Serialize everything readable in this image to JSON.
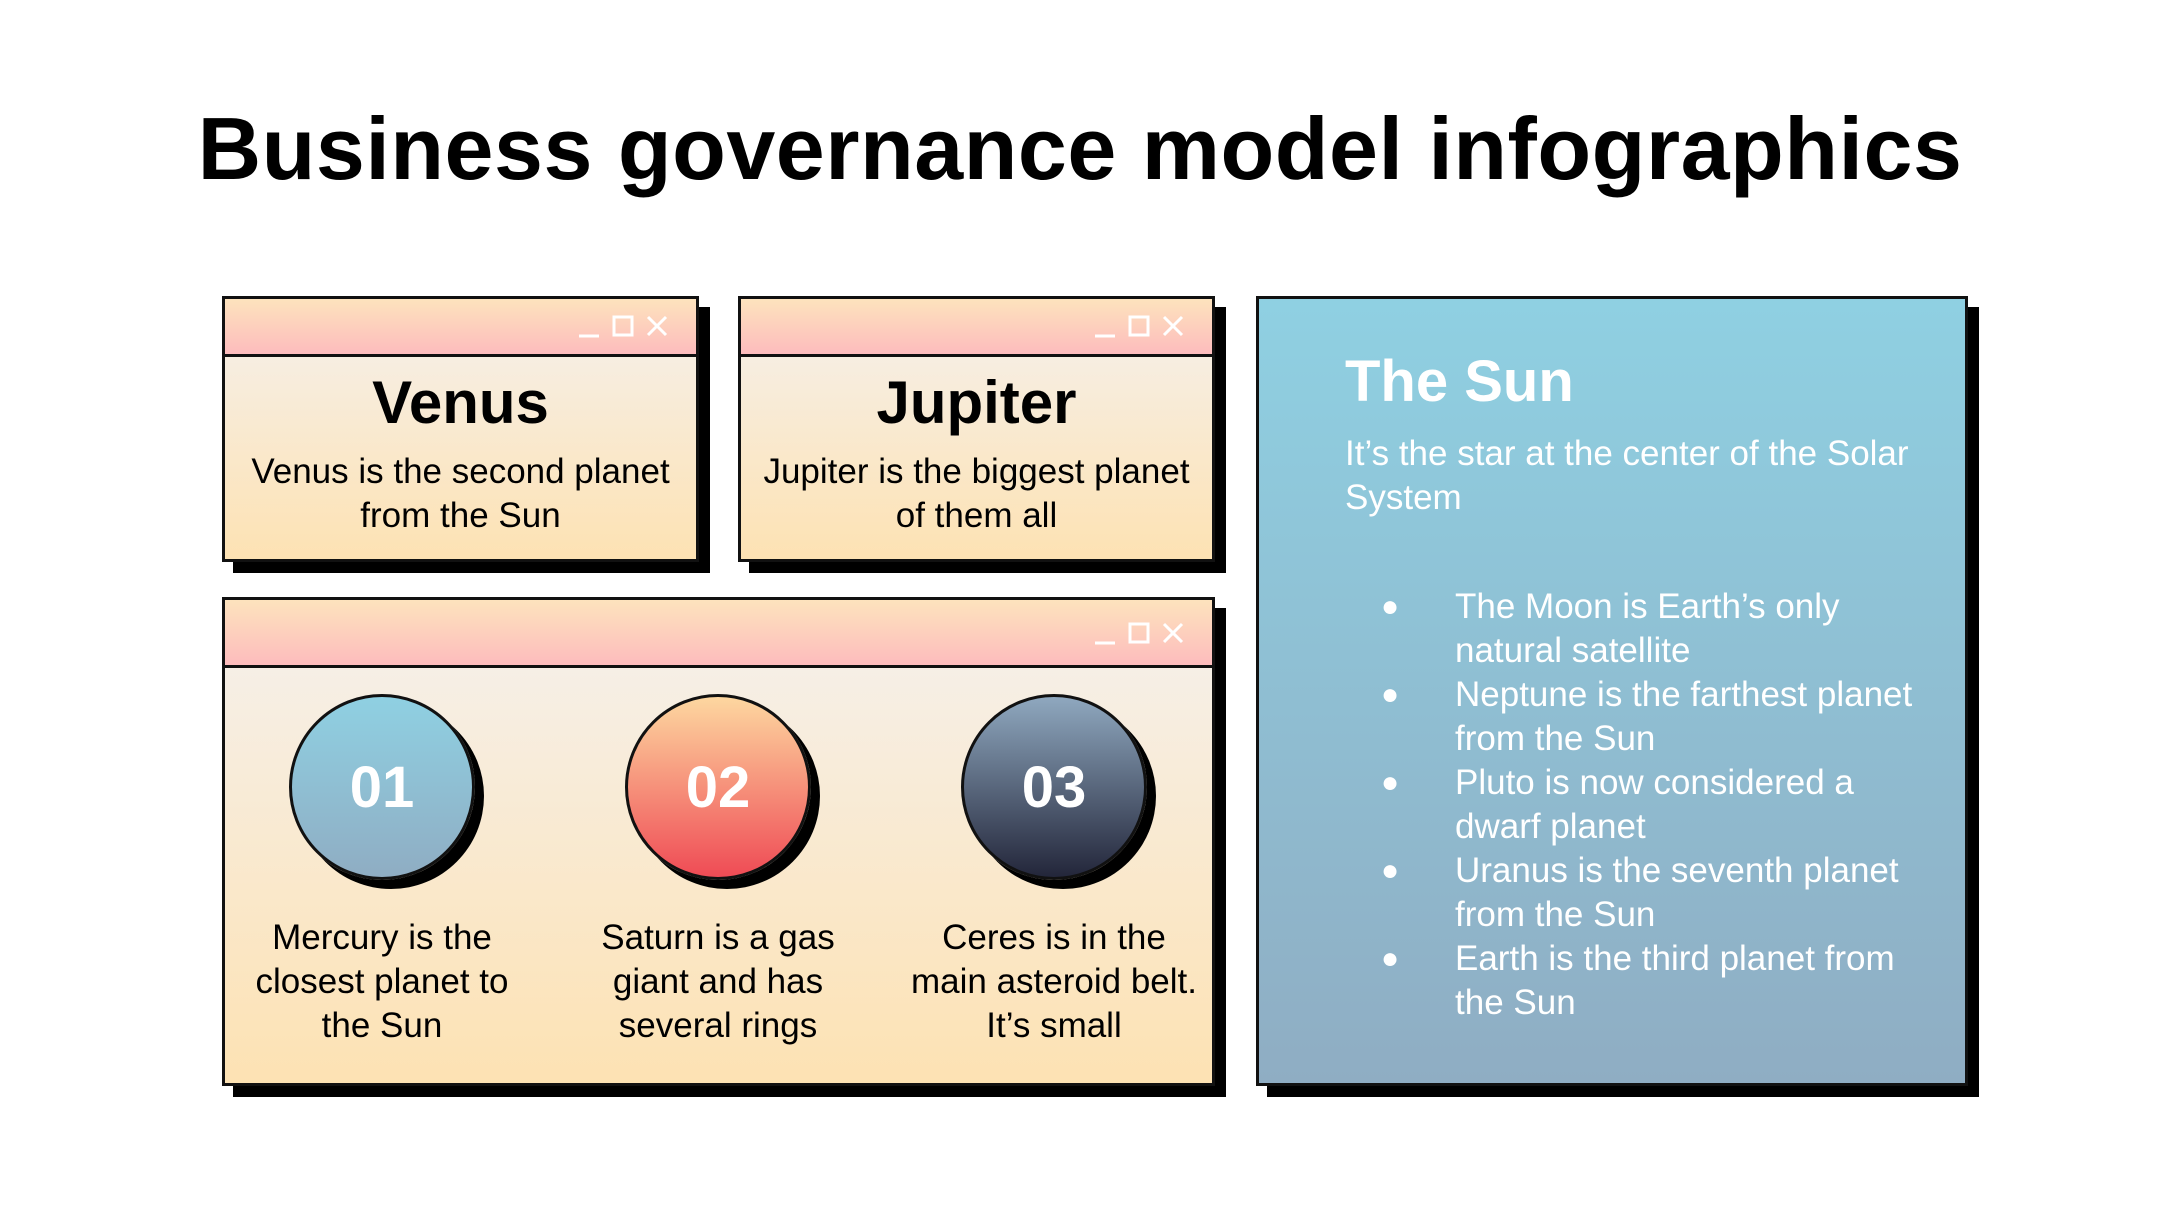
{
  "title": "Business governance model infographics",
  "cards": {
    "venus": {
      "title": "Venus",
      "desc": "Venus is the second planet from the Sun"
    },
    "jupiter": {
      "title": "Jupiter",
      "desc": "Jupiter is the biggest planet of them all"
    }
  },
  "steps": [
    {
      "number": "01",
      "desc": "Mercury is the closest planet to the Sun"
    },
    {
      "number": "02",
      "desc": "Saturn is a gas giant and has several rings"
    },
    {
      "number": "03",
      "desc": "Ceres is in the main asteroid belt. It’s small"
    }
  ],
  "sun": {
    "title": "The Sun",
    "subtitle": "It’s the star at the center of the Solar System",
    "bullet_symbol": "●",
    "items": [
      "The Moon is Earth’s only natural satellite",
      "Neptune is the farthest planet from the Sun",
      "Pluto is now considered a dwarf planet",
      "Uranus is the seventh planet from the Sun",
      "Earth is the third planet from the Sun"
    ]
  },
  "colors": {
    "window_top": "#fdbcbd",
    "window_body_bottom": "#fde2b3",
    "circle_01": [
      "#8fd0e2",
      "#8fadc3"
    ],
    "circle_02": [
      "#fdd7a0",
      "#ef4b55"
    ],
    "circle_03": [
      "#8fa8bf",
      "#23263a"
    ],
    "sun_panel": [
      "#8fd0e2",
      "#8fadc3"
    ]
  },
  "icons": [
    "minimize-icon",
    "maximize-icon",
    "close-icon"
  ]
}
